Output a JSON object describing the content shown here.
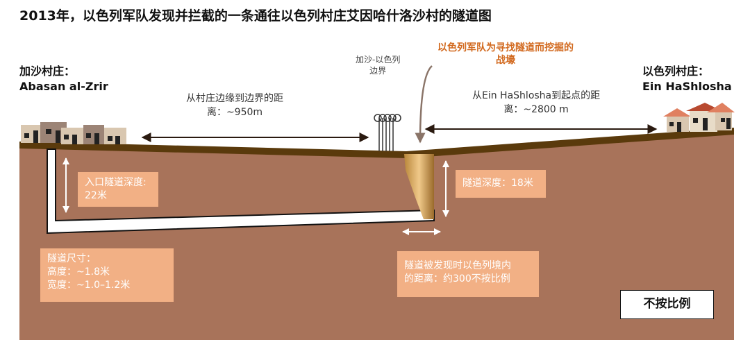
{
  "title": "2013年，以色列军队发现并拦截的一条通往以色列村庄艾因哈什洛沙村的隧道图",
  "left_village": {
    "name": "加沙村庄：",
    "latin": "Abasan al-Zrir"
  },
  "right_village": {
    "name": "以色列村庄：",
    "latin": "Ein HaShlosha"
  },
  "border_label": {
    "line1": "加沙-以色列",
    "line2": "边界"
  },
  "trench_label": {
    "line1": "以色列军队为寻找隧道而挖掘的",
    "line2": "战壕"
  },
  "left_distance": {
    "line1": "从村庄边缘到边界的距",
    "line2": "离：~950m"
  },
  "right_distance": {
    "line1": "从Ein HaShlosha到起点的距",
    "line2": "离：~2800 m"
  },
  "entrance_depth": {
    "line1": "入口隧道深度:",
    "line2": "22米"
  },
  "tunnel_depth": "隧道深度：18米",
  "tunnel_size": {
    "line1": "隧道尺寸：",
    "line2": "高度：~1.8米",
    "line3": "宽度：~1.0–1.2米"
  },
  "inside_distance": {
    "line1": "隧道被发现时以色列境内",
    "line2": "的距离：约300不按比例"
  },
  "scale_note": "不按比例",
  "colors": {
    "ground": "#A8735A",
    "surface": "#5A3A0C",
    "box": "#F2B085",
    "accent": "#D2691E"
  }
}
